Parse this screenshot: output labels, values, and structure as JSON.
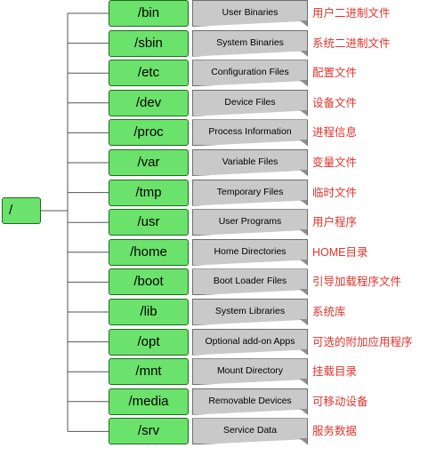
{
  "root": {
    "label": "/"
  },
  "directories": [
    {
      "path": "/bin",
      "description": "User Binaries",
      "chinese": "用户二进制文件"
    },
    {
      "path": "/sbin",
      "description": "System Binaries",
      "chinese": "系统二进制文件"
    },
    {
      "path": "/etc",
      "description": "Configuration Files",
      "chinese": "配置文件"
    },
    {
      "path": "/dev",
      "description": "Device Files",
      "chinese": "设备文件"
    },
    {
      "path": "/proc",
      "description": "Process Information",
      "chinese": "进程信息"
    },
    {
      "path": "/var",
      "description": "Variable Files",
      "chinese": "变量文件"
    },
    {
      "path": "/tmp",
      "description": "Temporary Files",
      "chinese": "临时文件"
    },
    {
      "path": "/usr",
      "description": "User Programs",
      "chinese": "用户程序"
    },
    {
      "path": "/home",
      "description": "Home Directories",
      "chinese": "HOME目录"
    },
    {
      "path": "/boot",
      "description": "Boot Loader Files",
      "chinese": "引导加载程序文件"
    },
    {
      "path": "/lib",
      "description": "System Libraries",
      "chinese": "系统库"
    },
    {
      "path": "/opt",
      "description": "Optional add-on Apps",
      "chinese": "可选的附加应用程序"
    },
    {
      "path": "/mnt",
      "description": "Mount Directory",
      "chinese": "挂载目录"
    },
    {
      "path": "/media",
      "description": "Removable Devices",
      "chinese": "可移动设备"
    },
    {
      "path": "/srv",
      "description": "Service Data",
      "chinese": "服务数据"
    }
  ],
  "colors": {
    "directory_box": "#6be26b",
    "description_box": "#c9c9c9",
    "chinese_label": "#e0332b",
    "connector": "#555555"
  }
}
